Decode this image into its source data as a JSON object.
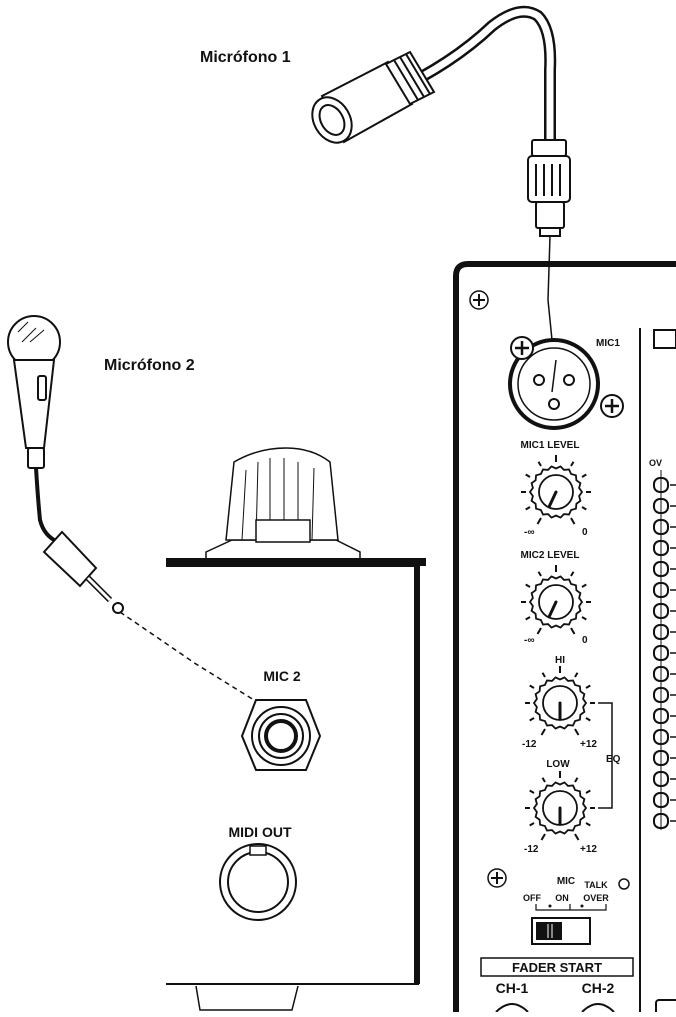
{
  "labels": {
    "mic1_caption": "Micrófono 1",
    "mic2_caption": "Micrófono 2",
    "mic1_jack": "MIC1",
    "mic1_level": "MIC1 LEVEL",
    "mic2_level": "MIC2 LEVEL",
    "hi": "HI",
    "low": "LOW",
    "eq": "EQ",
    "min_inf": "-∞",
    "zero": "0",
    "minus12": "-12",
    "plus12": "+12",
    "mic_switch_title": "MIC",
    "talk": "TALK",
    "off": "OFF",
    "on": "ON",
    "over": "OVER",
    "fader_start": "FADER START",
    "ch1": "CH-1",
    "ch2": "CH-2",
    "mic2_jack": "MIC 2",
    "midi_out": "MIDI OUT",
    "ov": "OV"
  }
}
